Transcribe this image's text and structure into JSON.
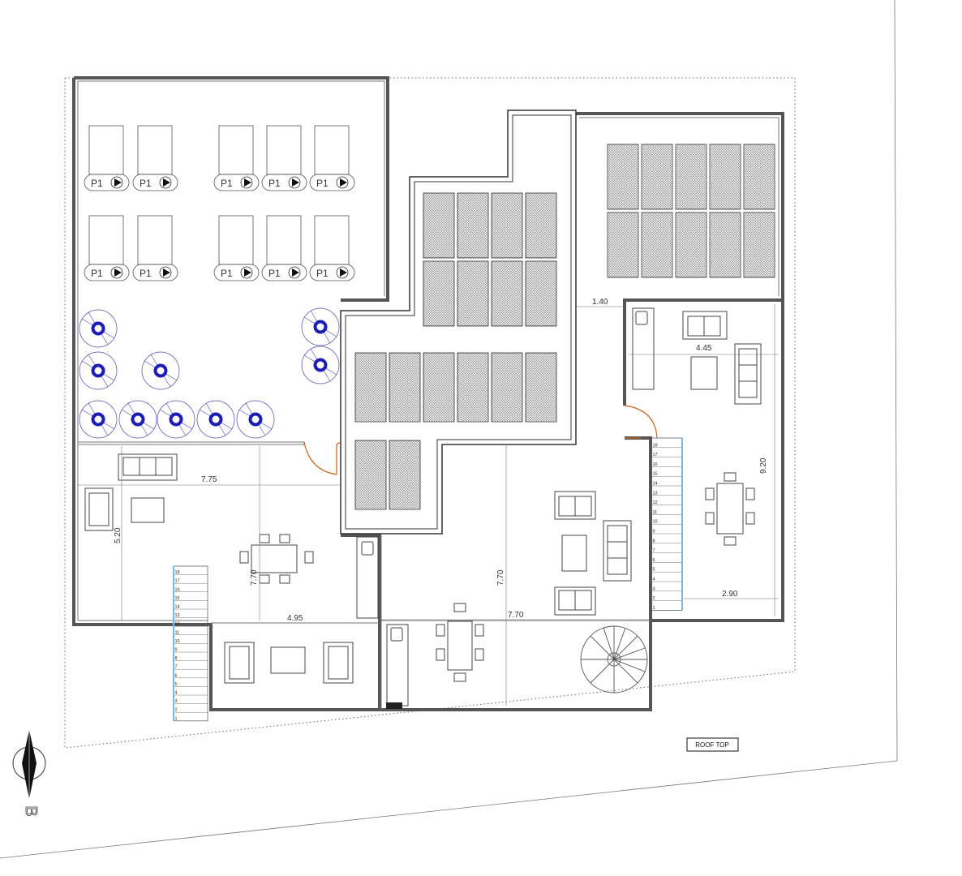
{
  "plan": {
    "label": "ROOF TOP",
    "north_letter": "B"
  },
  "dimensions": {
    "d_140": "1.40",
    "d_445": "4.45",
    "d_920": "9.20",
    "d_290": "2.90",
    "d_775": "7.75",
    "d_520": "5.20",
    "d_770_left": "7.70",
    "d_495": "4.95",
    "d_770_center": "7.70",
    "d_770_bottom": "7.70"
  },
  "panel_label": "P1",
  "stairs": {
    "left_steps": [
      "18",
      "17",
      "16",
      "15",
      "14",
      "13",
      "12",
      "11",
      "10",
      "9",
      "8",
      "7",
      "6",
      "5",
      "4",
      "3",
      "2",
      "1"
    ],
    "right_steps": [
      "18",
      "17",
      "16",
      "15",
      "14",
      "13",
      "12",
      "11",
      "10",
      "9",
      "8",
      "7",
      "6",
      "5",
      "4",
      "3",
      "2",
      "1"
    ]
  },
  "colors": {
    "wall": "#555555",
    "wall_fill": "#d9d9d9",
    "marker_blue": "#1d1db5",
    "door_orange": "#c86418",
    "stair_blue": "#7ab8e8"
  },
  "icons": {
    "north": "north-arrow-icon",
    "spiral": "spiral-stair-icon"
  }
}
